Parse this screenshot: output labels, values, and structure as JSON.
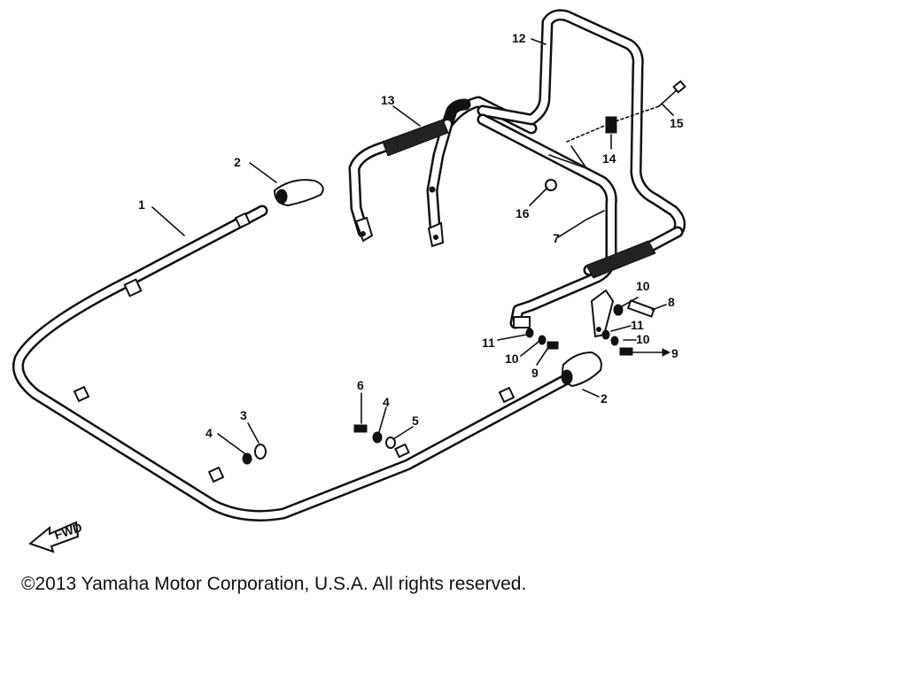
{
  "callouts": {
    "c1": "1",
    "c2a": "2",
    "c2b": "2",
    "c3": "3",
    "c4a": "4",
    "c4b": "4",
    "c5": "5",
    "c6": "6",
    "c7": "7",
    "c8": "8",
    "c9a": "9",
    "c9b": "9",
    "c10a": "10",
    "c10b": "10",
    "c10c": "10",
    "c11a": "11",
    "c11b": "11",
    "c12": "12",
    "c13": "13",
    "c14": "14",
    "c15": "15",
    "c16": "16"
  },
  "fwd_label": "FWD",
  "copyright": "©2013 Yamaha Motor Corporation, U.S.A. All rights reserved."
}
